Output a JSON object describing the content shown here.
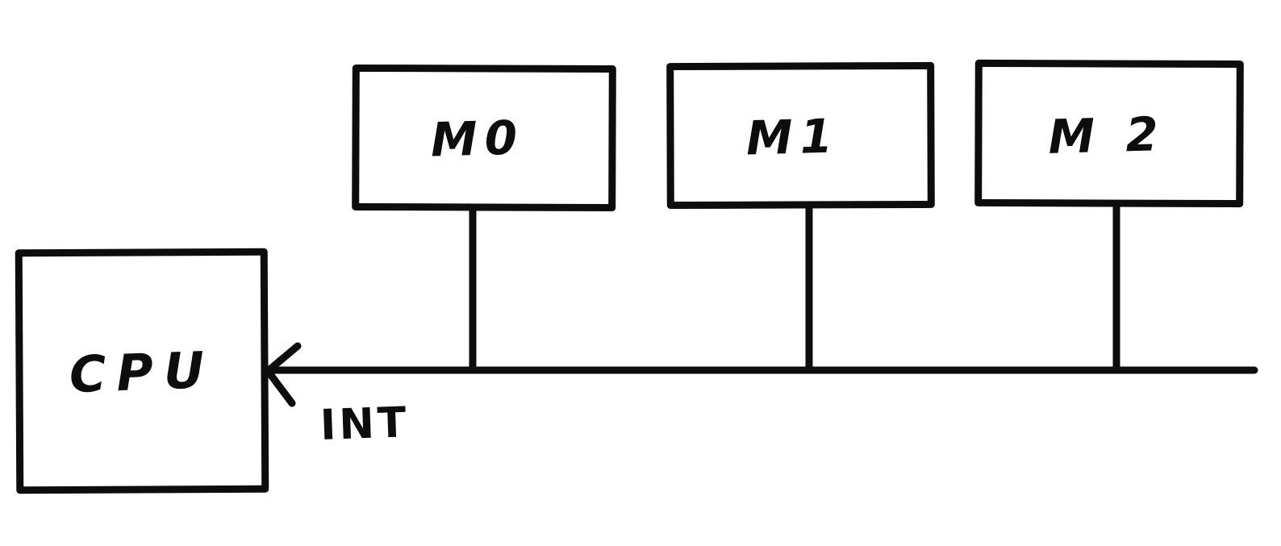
{
  "diagram": {
    "style": "hand-drawn-marker",
    "background_color": "#ffffff",
    "stroke_color": "#0d0d0d",
    "nodes": [
      {
        "id": "cpu",
        "label": "CPU",
        "shape": "square"
      },
      {
        "id": "m0",
        "label": "M0",
        "shape": "rectangle"
      },
      {
        "id": "m1",
        "label": "M1",
        "shape": "rectangle"
      },
      {
        "id": "m2",
        "label": "M 2",
        "shape": "rectangle"
      }
    ],
    "bus": {
      "description": "horizontal interrupt line entering CPU from the right",
      "arrowhead": "left-pointing-into-cpu",
      "label": "INT",
      "taps": [
        "m0",
        "m1",
        "m2"
      ]
    }
  }
}
